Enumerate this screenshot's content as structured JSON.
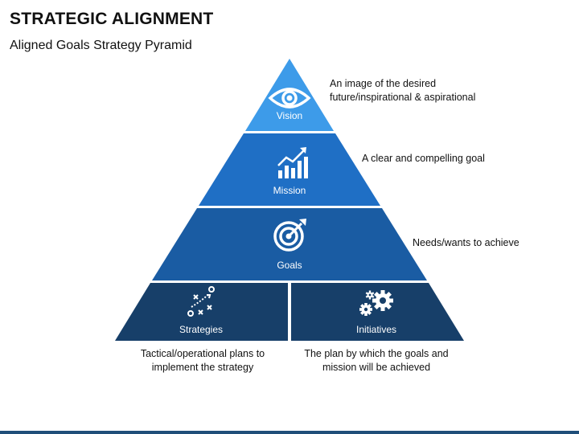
{
  "title": "STRATEGIC ALIGNMENT",
  "subtitle": "Aligned Goals Strategy Pyramid",
  "layers": [
    {
      "label": "Vision",
      "icon": "eye-icon",
      "color": "#3d9be9",
      "description": "An image of the desired future/inspirational & aspirational"
    },
    {
      "label": "Mission",
      "icon": "growth-chart-icon",
      "color": "#1f6fc5",
      "description": "A clear and compelling goal"
    },
    {
      "label": "Goals",
      "icon": "target-icon",
      "color": "#1a5ca3",
      "description": "Needs/wants to achieve"
    },
    {
      "label": "Strategies",
      "icon": "tactics-play-icon",
      "color": "#173f69",
      "description": "Tactical/operational plans to implement the strategy"
    },
    {
      "label": "Initiatives",
      "icon": "gears-icon",
      "color": "#173f69",
      "description": "The plan by which the goals and mission will be achieved"
    }
  ]
}
